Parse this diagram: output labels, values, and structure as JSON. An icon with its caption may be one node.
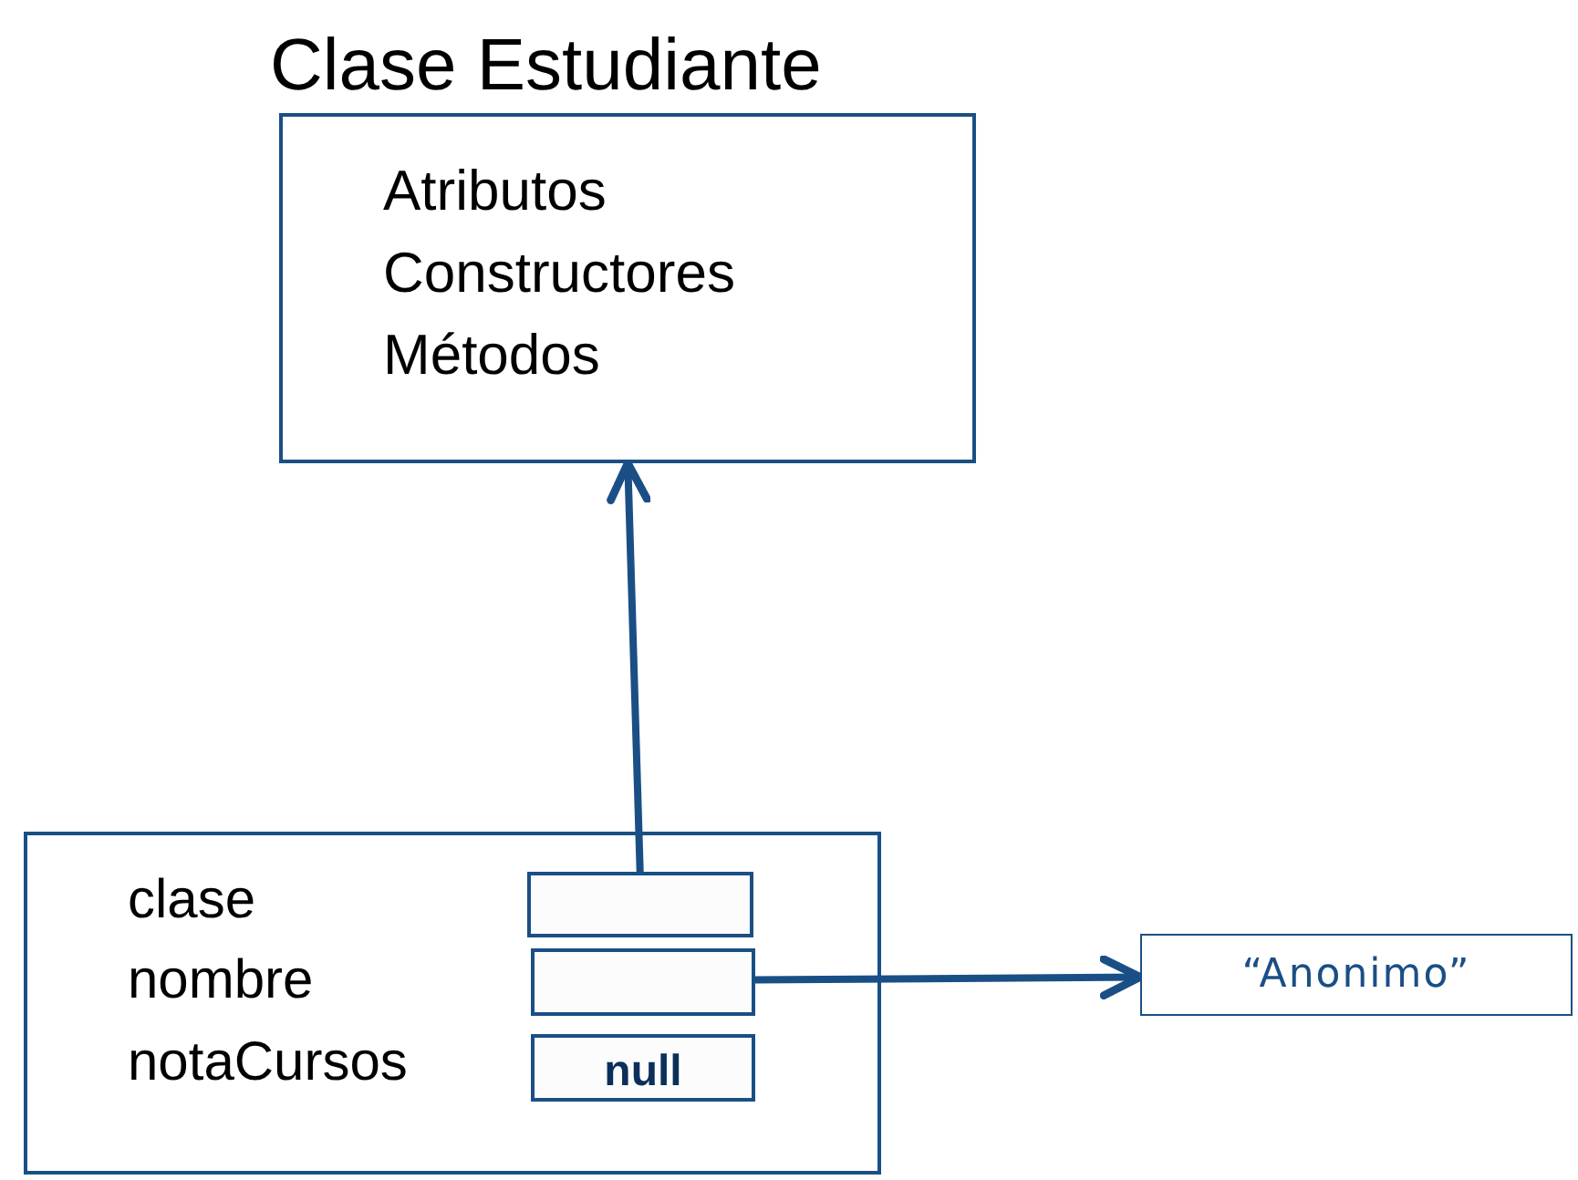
{
  "diagram": {
    "nodes": [
      {
        "text": [
          "Clase Estudiante",
          "Atributos Constructores Métodos"
        ]
      },
      {
        "text": [],
        "shape": "box"
      },
      {
        "text": [],
        "shape": "box",
        "in": 1
      },
      {
        "text": [],
        "shape": "box",
        "in": 1
      },
      {
        "text": [
          "null"
        ],
        "in": 1
      },
      {
        "text": [
          "“Anonimo”"
        ]
      }
    ],
    "edges": [
      {
        "from": 2,
        "to": 0,
        "arrow": "to"
      },
      {
        "from": 3,
        "to": 5,
        "arrow": "to"
      }
    ],
    "labels": [
      "clase",
      "nombre",
      "notaCursos"
    ]
  }
}
